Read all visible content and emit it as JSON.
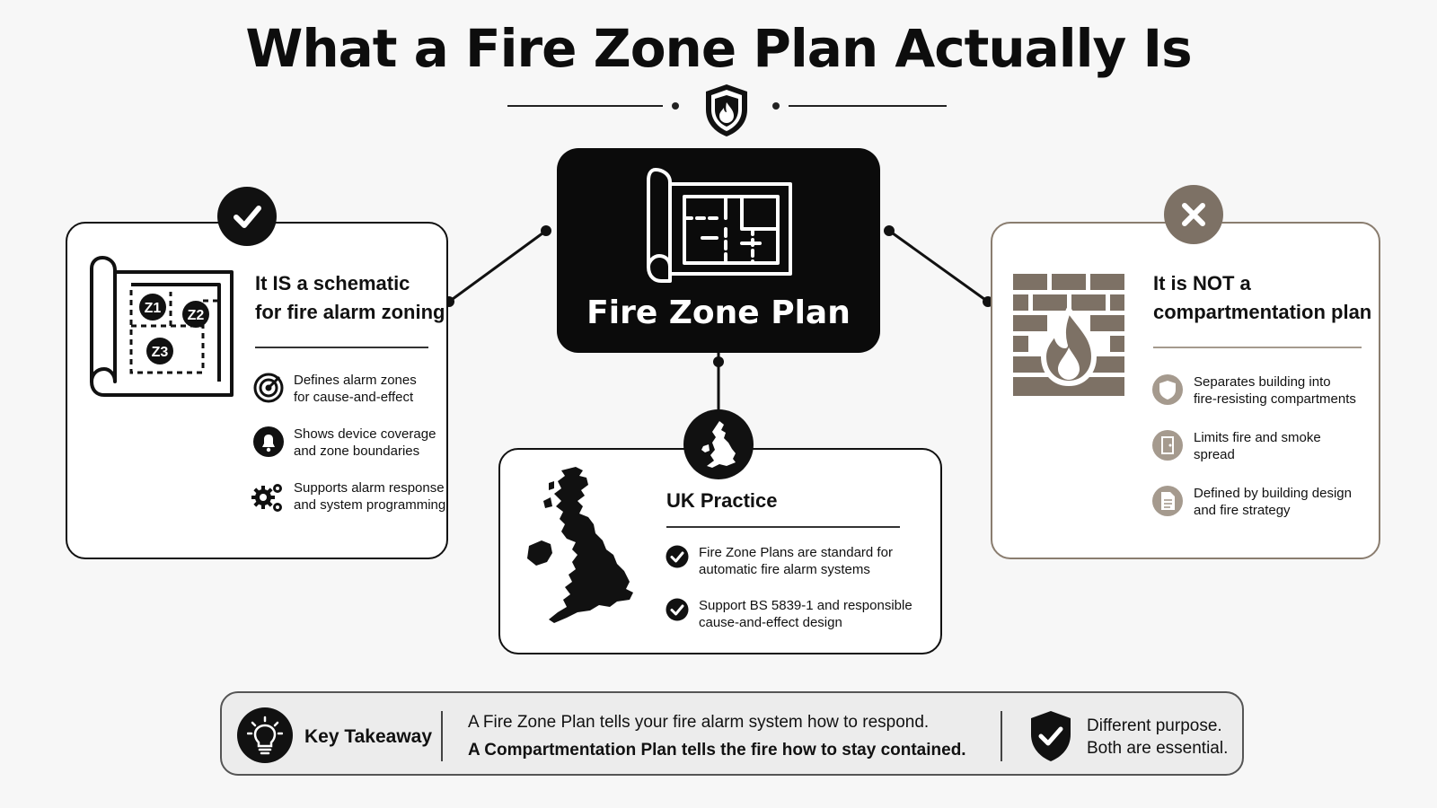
{
  "title": "What a Fire Zone Plan Actually Is",
  "center": {
    "title": "Fire Zone Plan"
  },
  "left_card": {
    "heading_line1": "It IS a schematic",
    "heading_line2": "for fire alarm zoning",
    "zone_labels": [
      "Z1",
      "Z2",
      "Z3"
    ],
    "items": [
      {
        "icon": "target-icon",
        "line1": "Defines alarm zones",
        "line2": "for cause-and-effect"
      },
      {
        "icon": "bell-icon",
        "line1": "Shows device coverage",
        "line2": "and zone boundaries"
      },
      {
        "icon": "gears-icon",
        "line1": "Supports alarm response",
        "line2": "and system programming"
      }
    ]
  },
  "right_card": {
    "heading_line1": "It is NOT a",
    "heading_line2": "compartmentation plan",
    "items": [
      {
        "icon": "shield-icon",
        "line1": "Separates building into",
        "line2": "fire-resisting compartments"
      },
      {
        "icon": "door-icon",
        "line1": "Limits fire and smoke",
        "line2": "spread"
      },
      {
        "icon": "document-icon",
        "line1": "Defined by building design",
        "line2": "and fire strategy"
      }
    ]
  },
  "uk_card": {
    "heading": "UK Practice",
    "items": [
      {
        "line1": "Fire Zone Plans are standard for",
        "line2": "automatic fire alarm systems"
      },
      {
        "line1": "Support BS 5839-1 and responsible",
        "line2": "cause-and-effect design"
      }
    ]
  },
  "takeaway": {
    "label": "Key Takeaway",
    "line1": "A Fire Zone Plan tells your fire alarm system how to respond.",
    "line2": "A Compartmentation Plan tells the fire how to stay contained.",
    "right_line1": "Different purpose.",
    "right_line2": "Both are essential."
  },
  "colors": {
    "dark": "#111111",
    "tan": "#8a7d6f",
    "tan_light": "#a59a8e",
    "background": "#f7f7f7"
  }
}
